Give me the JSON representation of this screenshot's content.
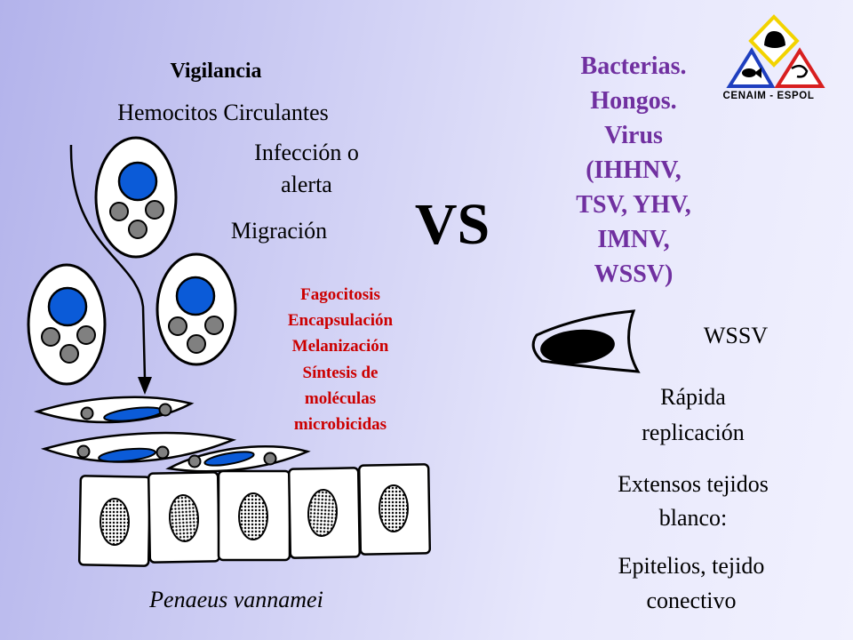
{
  "left": {
    "title": "Vigilancia",
    "subtitle": "Hemocitos Circulantes",
    "infection_lines": [
      "Infección o",
      "alerta"
    ],
    "migration": "Migración",
    "species": "Penaeus vannamei"
  },
  "responses": [
    "Fagocitosis",
    "Encapsulación",
    "Melanización",
    "Síntesis de",
    "moléculas",
    "microbicidas"
  ],
  "vs": "VS",
  "pathogens": [
    "Bacterias.",
    "Hongos.",
    "Virus",
    "(IHHNV,",
    "TSV, YHV,",
    "IMNV,",
    "WSSV)"
  ],
  "wssv": {
    "label": "WSSV",
    "features": [
      [
        "Rápida",
        "replicación"
      ],
      [
        "Extensos tejidos",
        "blanco:"
      ],
      [
        "Epitelios, tejido",
        "conectivo"
      ]
    ]
  },
  "logo": {
    "text": "CENAIM - ESPOL",
    "icons": [
      "shell-icon",
      "fish-icon",
      "shrimp-icon"
    ]
  },
  "colors": {
    "background_left": "#b3b3eb",
    "background_right": "#f1f1fe",
    "pathogen_text": "#7030a0",
    "response_text": "#cc0000",
    "nucleus": "#0b5bd8",
    "granule": "#808080",
    "logo_yellow": "#f2d300",
    "logo_blue": "#1f3fbf",
    "logo_red": "#d81f1f"
  }
}
